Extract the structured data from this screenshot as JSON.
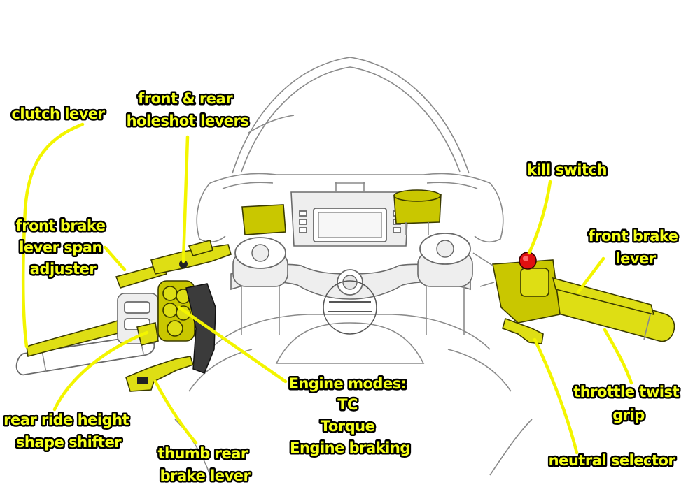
{
  "labels": {
    "clutch_lever": "clutch lever",
    "holeshot_line1": "front & rear",
    "holeshot_line2": "holeshot levers",
    "kill_switch": "kill switch",
    "front_brake_span_line1": "front brake",
    "front_brake_span_line2": "lever span",
    "front_brake_span_line3": "adjuster",
    "front_brake_lever_line1": "front brake",
    "front_brake_lever_line2": "lever",
    "engine_modes_line1": "Engine modes:",
    "engine_modes_line2": "TC",
    "engine_modes_line3": "Torque",
    "engine_modes_line4": "Engine braking",
    "throttle_line1": "throttle twist",
    "throttle_line2": "grip",
    "ride_height_line1": "rear ride height",
    "ride_height_line2": "shape shifter",
    "thumb_brake_line1": "thumb rear",
    "thumb_brake_line2": "brake lever",
    "neutral_selector": "neutral selector"
  },
  "colors": {
    "highlight": "#f3f500",
    "label_fill": "#f5ff1a",
    "label_outline": "#000000",
    "kill_switch": "#e01010",
    "line_art": "#8a8a8a"
  }
}
